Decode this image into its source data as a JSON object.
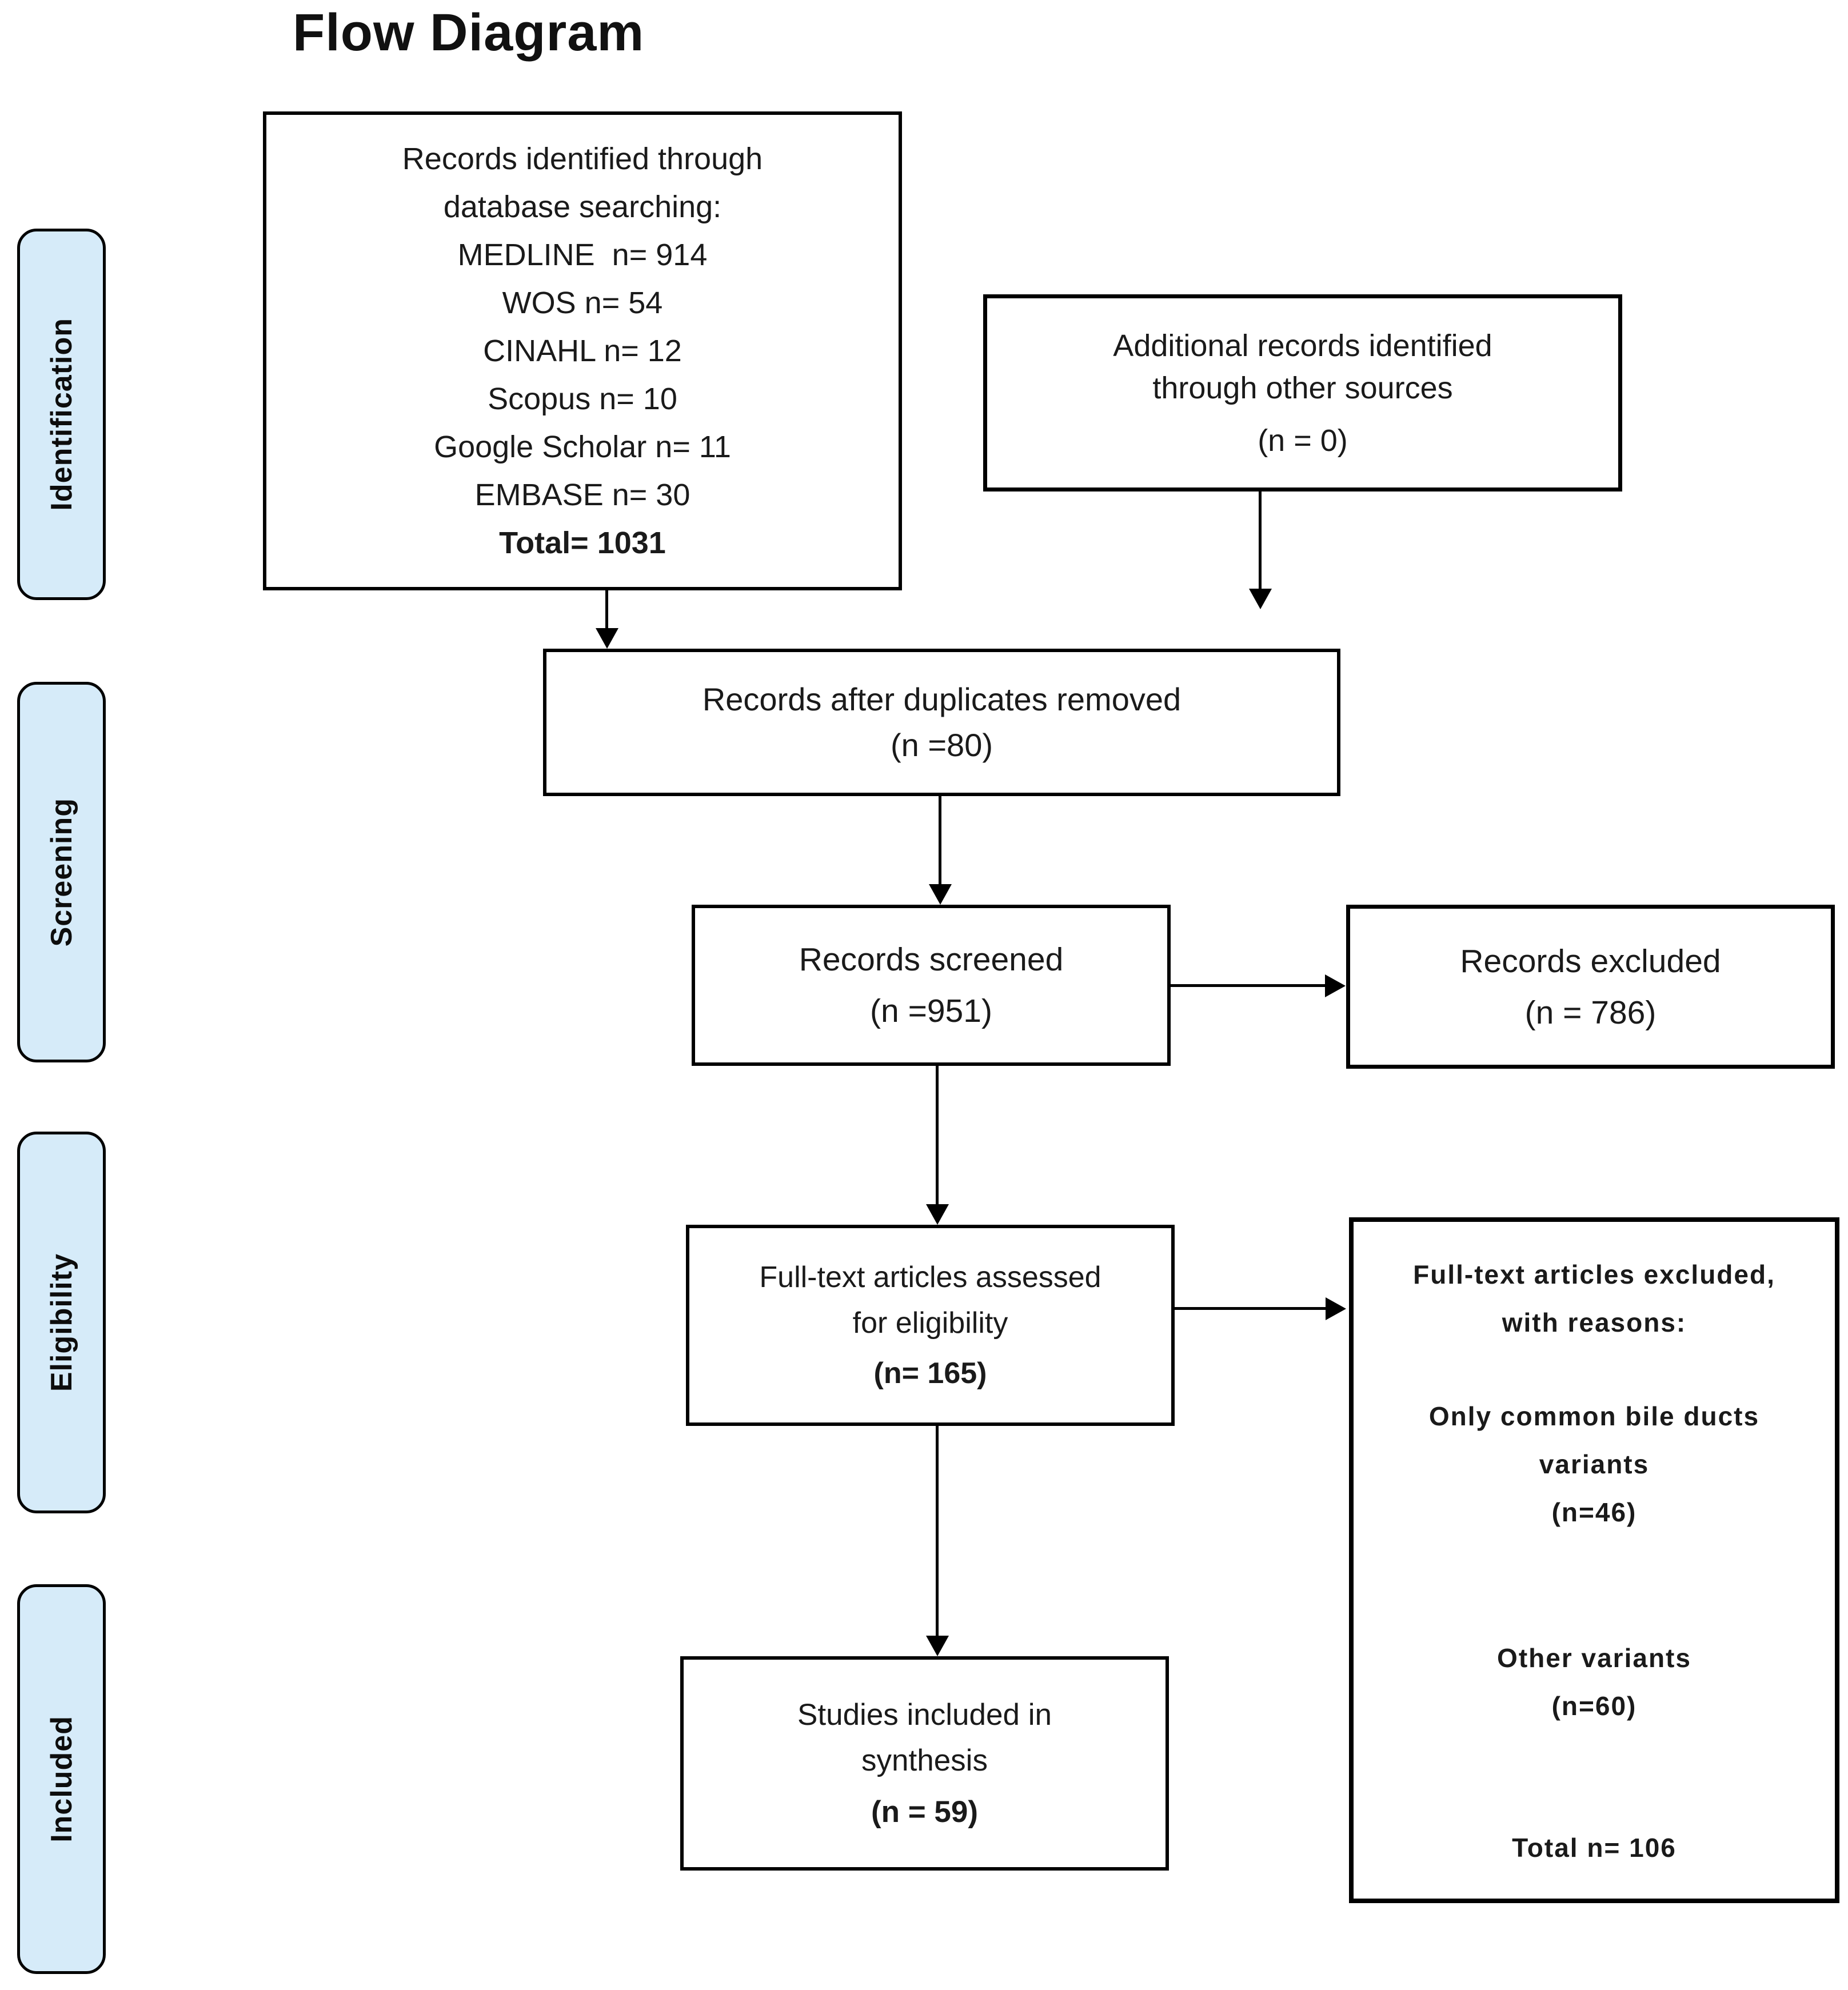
{
  "title": "Flow Diagram",
  "colors": {
    "stage_fill": "#d6ebf9",
    "border": "#000000",
    "text": "#1a1a1a"
  },
  "sidebar": {
    "stages": [
      {
        "label": "Identification"
      },
      {
        "label": "Screening"
      },
      {
        "label": "Eligibility"
      },
      {
        "label": "Included"
      }
    ]
  },
  "boxes": {
    "records_identified": {
      "lines": [
        {
          "t": "Records identified through"
        },
        {
          "t": "database searching:"
        },
        {
          "t": "MEDLINE  n= 914"
        },
        {
          "t": "WOS n= 54"
        },
        {
          "t": "CINAHL n= 12"
        },
        {
          "t": "Scopus n= 10"
        },
        {
          "t": "Google Scholar n= 11"
        },
        {
          "t": "EMBASE n= 30"
        },
        {
          "t": "Total= 1031",
          "b": true
        }
      ]
    },
    "additional_records": {
      "lines": [
        {
          "t": "Additional records identified"
        },
        {
          "t": "through other sources"
        },
        {
          "t": "(n = 0)",
          "sp": 18
        }
      ]
    },
    "duplicates_removed": {
      "lines": [
        {
          "t": "Records after duplicates removed"
        },
        {
          "t": "(n =80)"
        }
      ]
    },
    "records_screened": {
      "lines": [
        {
          "t": "Records screened"
        },
        {
          "t": "(n =951)"
        }
      ]
    },
    "records_excluded": {
      "lines": [
        {
          "t": "Records excluded"
        },
        {
          "t": "(n = 786)"
        }
      ]
    },
    "fulltext_assessed": {
      "lines": [
        {
          "t": "Full-text articles assessed"
        },
        {
          "t": "for eligibility"
        },
        {
          "t": "(n= 165)",
          "b": true,
          "sp": 8
        }
      ]
    },
    "fulltext_excluded": {
      "lines": [
        {
          "t": "Full-text articles excluded,",
          "b": true
        },
        {
          "t": "with reasons:",
          "b": true
        },
        {
          "t": "Only common bile ducts",
          "b": true,
          "sp": 80
        },
        {
          "t": "variants",
          "b": true
        },
        {
          "t": "(n=46)",
          "b": true
        },
        {
          "t": "Other variants",
          "b": true,
          "sp": 171
        },
        {
          "t": "(n=60)",
          "b": true
        },
        {
          "t": "Total n= 106",
          "b": true,
          "sp": 164
        }
      ]
    },
    "studies_included": {
      "lines": [
        {
          "t": "Studies included in"
        },
        {
          "t": "synthesis"
        },
        {
          "t": "(n = 59)",
          "b": true,
          "sp": 10
        }
      ]
    }
  }
}
